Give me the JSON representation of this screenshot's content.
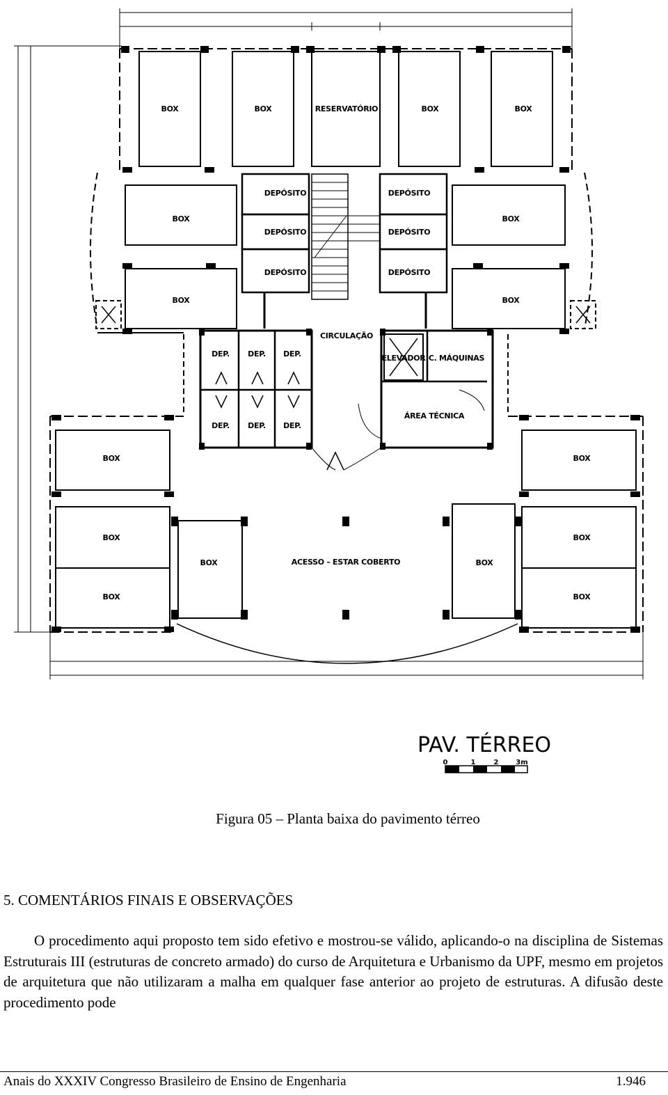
{
  "figure": {
    "plan_title": "PAV. TÉRREO",
    "scale_labels": [
      "0",
      "1",
      "2",
      "3m"
    ],
    "rooms": {
      "box": "BOX",
      "reservatorio": "RESERVATÓRIO",
      "deposito_left": "DEPÓSITO",
      "deposito_right": "DEPÓSITO",
      "circulacao": "CIRCULAÇÃO",
      "dep": "DEP.",
      "elevador": "ELEVADOR",
      "maquinas": "C. MÁQUINAS",
      "area_tecnica": "ÁREA TÉCNICA",
      "acesso": "ACESSO – ESTAR COBERTO"
    },
    "caption": "Figura 05 – Planta baixa do pavimento térreo"
  },
  "section": {
    "title": "5. COMENTÁRIOS FINAIS E OBSERVAÇÕES",
    "paragraph": "O procedimento aqui proposto tem sido efetivo e mostrou-se válido, aplicando-o na disciplina de Sistemas Estruturais III (estruturas de concreto armado) do curso de Arquitetura e Urbanismo da UPF, mesmo em projetos de arquitetura que não utilizaram a malha em qualquer fase anterior ao projeto de estruturas. A difusão deste procedimento pode"
  },
  "footer": {
    "left": "Anais do XXXIV Congresso Brasileiro de Ensino de Engenharia",
    "right": "1.946"
  }
}
